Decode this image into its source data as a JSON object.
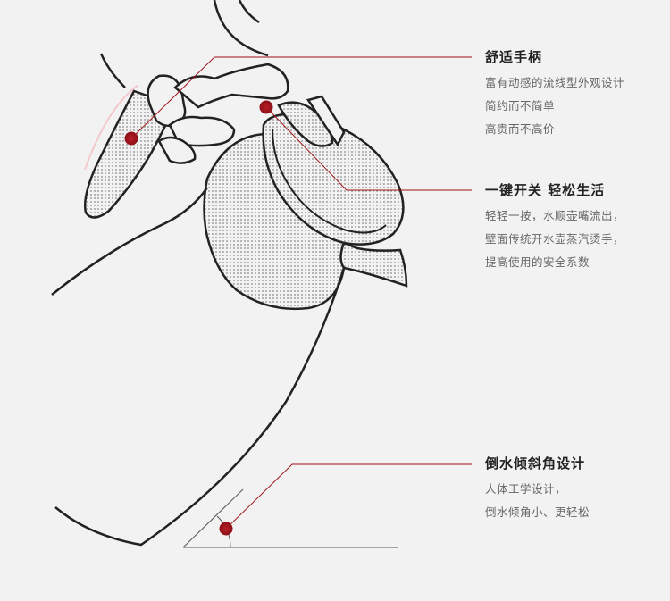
{
  "features": [
    {
      "title": "舒适手柄",
      "desc": [
        "富有动感的流线型外观设计",
        "简约而不简单",
        "高贵而不高价"
      ]
    },
    {
      "title": "一键开关 轻松生活",
      "desc": [
        "轻轻一按，水顺壶嘴流出，",
        "壁面传统开水壶蒸汽烫手，",
        "提高使用的安全系数"
      ]
    },
    {
      "title": "倒水倾斜角设计",
      "desc": [
        "人体工学设计，",
        "倒水倾角小、更轻松"
      ]
    }
  ],
  "colors": {
    "accent": "#a0141c",
    "background": "#f2f2f2",
    "outline": "#222222",
    "pattern": "#9a9a9a"
  }
}
